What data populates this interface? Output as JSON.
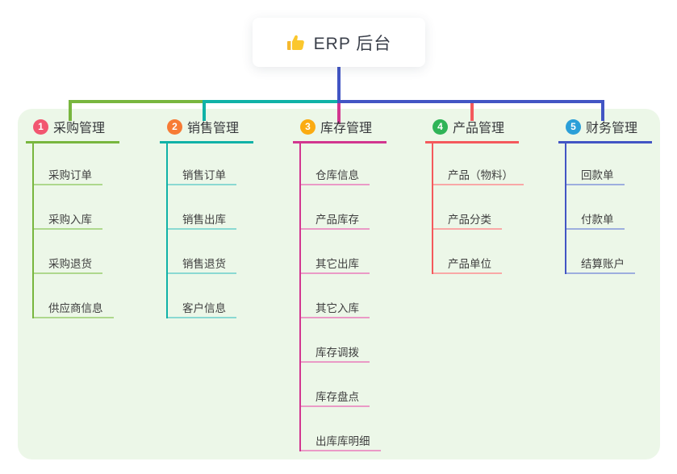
{
  "root": {
    "title": "ERP 后台",
    "icon": "thumbs-up"
  },
  "panel": {
    "background": "#ecf7e8"
  },
  "connector": {
    "stem_color": "#4255c4"
  },
  "branches": [
    {
      "num": "1",
      "label": "采购管理",
      "badge_color": "#f25670",
      "line_color": "#78b63e",
      "light_color": "#aed88d",
      "children": [
        "采购订单",
        "采购入库",
        "采购退货",
        "供应商信息"
      ]
    },
    {
      "num": "2",
      "label": "销售管理",
      "badge_color": "#f77b35",
      "line_color": "#10b2a7",
      "light_color": "#8ad9d2",
      "children": [
        "销售订单",
        "销售出库",
        "销售退货",
        "客户信息"
      ]
    },
    {
      "num": "3",
      "label": "库存管理",
      "badge_color": "#fbab11",
      "line_color": "#d2368f",
      "light_color": "#ea9ac6",
      "children": [
        "仓库信息",
        "产品库存",
        "其它出库",
        "其它入库",
        "库存调拨",
        "库存盘点",
        "出库库明细"
      ]
    },
    {
      "num": "4",
      "label": "产品管理",
      "badge_color": "#2fb457",
      "line_color": "#f4595c",
      "light_color": "#f9a8a6",
      "children": [
        "产品（物料）",
        "产品分类",
        "产品单位"
      ]
    },
    {
      "num": "5",
      "label": "财务管理",
      "badge_color": "#2b9fd8",
      "line_color": "#4255c4",
      "light_color": "#9daede",
      "children": [
        "回款单",
        "付款单",
        "结算账户"
      ]
    }
  ]
}
